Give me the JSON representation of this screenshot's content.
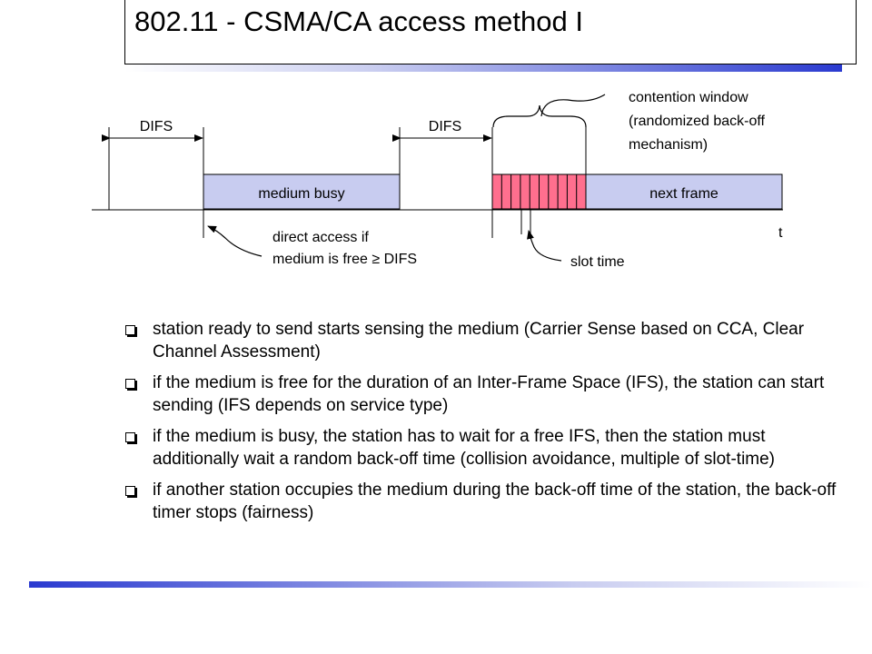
{
  "title": "802.11 - CSMA/CA access method I",
  "diagram": {
    "difs_label_1": "DIFS",
    "difs_label_2": "DIFS",
    "medium_busy": "medium busy",
    "next_frame": "next frame",
    "contention_window": [
      "contention window",
      "(randomized back-off",
      "mechanism)"
    ],
    "direct_access": [
      "direct access if",
      "medium is free ≥ DIFS"
    ],
    "slot_time": "slot time",
    "time_axis": "t",
    "colors": {
      "frame_fill": "#c8ccf0",
      "backoff_fill": "#ff6f8e",
      "accent": "#2a3ad0"
    }
  },
  "bullets": [
    "station ready to send starts sensing the medium (Carrier Sense based on CCA, Clear Channel Assessment)",
    "if the medium is free for the duration of an Inter-Frame Space (IFS), the station can start sending (IFS depends on service type)",
    "if the medium is busy, the station has to wait for a free IFS, then the station must additionally wait a random back-off time (collision avoidance, multiple of slot-time)",
    "if another station occupies the medium during the back-off time of the station, the back-off timer stops (fairness)"
  ]
}
